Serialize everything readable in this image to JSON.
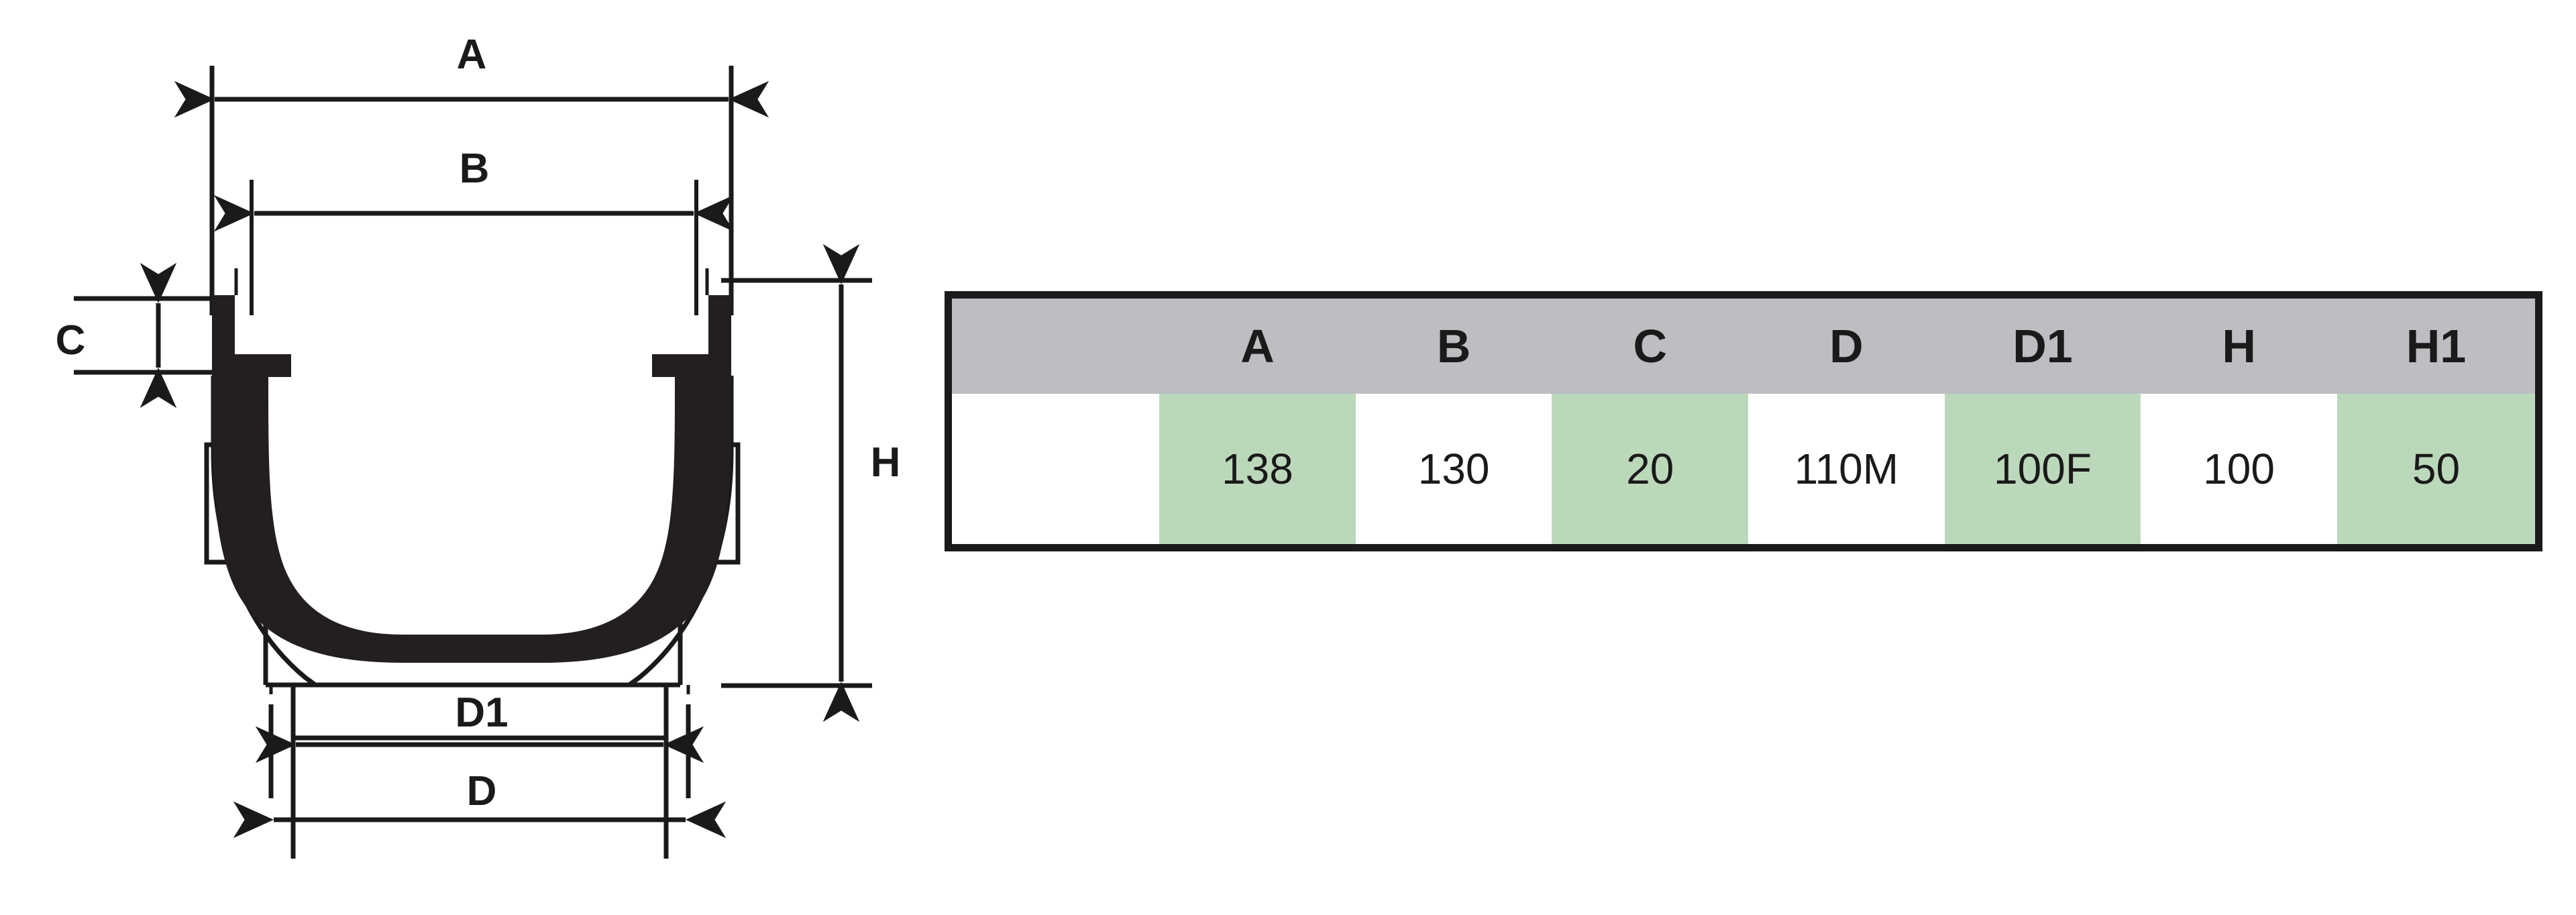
{
  "drawing": {
    "title": "drainage-channel-cross-section",
    "dimension_labels": {
      "A": "A",
      "B": "B",
      "C": "C",
      "D": "D",
      "D1": "D1",
      "H": "H"
    }
  },
  "table": {
    "columns": [
      "",
      "A",
      "B",
      "C",
      "D",
      "D1",
      "H",
      "H1"
    ],
    "rows": [
      {
        "label": "",
        "values": [
          "",
          "138",
          "130",
          "20",
          "110M",
          "100F",
          "100",
          "50"
        ]
      }
    ],
    "highlighted_columns": [
      "A",
      "C",
      "D1",
      "H1"
    ],
    "colors": {
      "header_background": "#bcbec1",
      "highlight_background": "#bcd8bb",
      "cell_background": "#ffffff",
      "border": "#1a1a1a",
      "text": "#1a1a1a"
    }
  }
}
